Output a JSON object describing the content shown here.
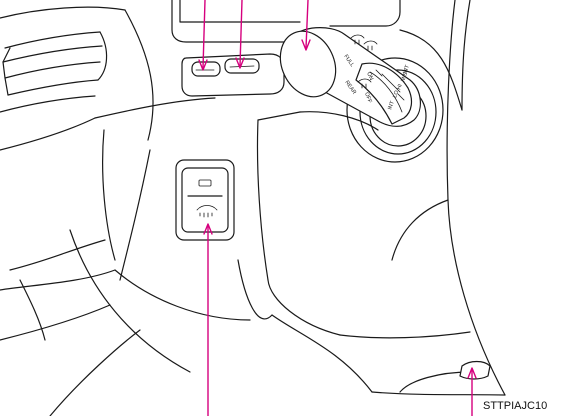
{
  "figure": {
    "reference_code": "STTPIAJC10"
  },
  "wiper_stalk": {
    "marks": [
      "FULL",
      "ON",
      "OFF",
      "REAR",
      "LO",
      "HI",
      "MIST",
      "INT",
      "INT"
    ]
  },
  "colors": {
    "callout": "#d6007e",
    "outline": "#1a1a1a",
    "background": "#ffffff"
  },
  "icons": {
    "windshield_washer": "windshield-washer-icon",
    "rear_wiper": "rear-wiper-icon",
    "switch_indicator": "indicator-lamp-icon"
  }
}
